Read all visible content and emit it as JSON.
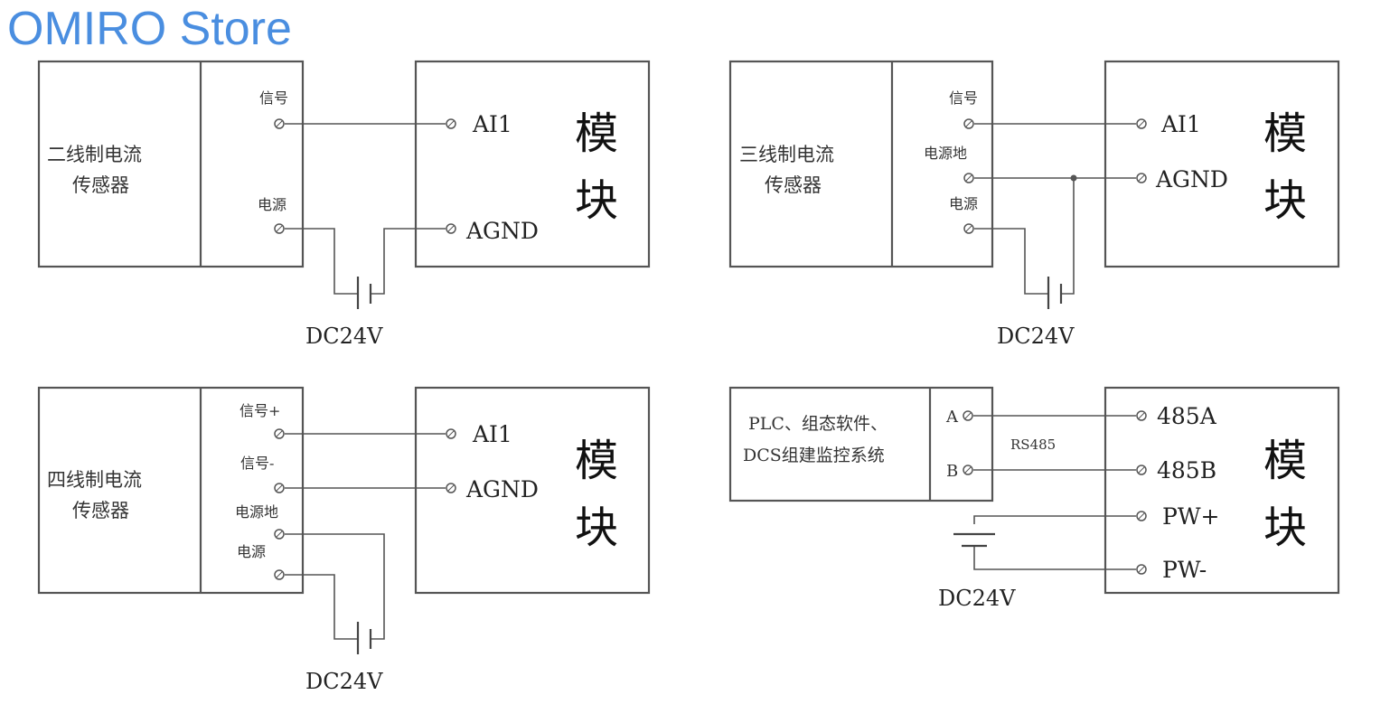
{
  "header": {
    "store_name": "OMIRO Store"
  },
  "module": {
    "char_top": "模",
    "char_bottom": "块"
  },
  "diagrams": {
    "two_wire": {
      "sensor_line1": "二线制电流",
      "sensor_line2": "传感器",
      "signal": "信号",
      "power": "电源",
      "ai1": "AI1",
      "agnd": "AGND",
      "supply": "DC24V"
    },
    "three_wire": {
      "sensor_line1": "三线制电流",
      "sensor_line2": "传感器",
      "signal": "信号",
      "power_gnd": "电源地",
      "power": "电源",
      "ai1": "AI1",
      "agnd": "AGND",
      "supply": "DC24V"
    },
    "four_wire": {
      "sensor_line1": "四线制电流",
      "sensor_line2": "传感器",
      "signal_plus": "信号+",
      "signal_minus": "信号-",
      "power_gnd": "电源地",
      "power": "电源",
      "ai1": "AI1",
      "agnd": "AGND",
      "supply": "DC24V"
    },
    "rs485": {
      "host_line1": "PLC、组态软件、",
      "host_line2": "DCS组建监控系统",
      "a": "A",
      "b": "B",
      "bus": "RS485",
      "p485a": "485A",
      "p485b": "485B",
      "pw_plus": "PW+",
      "pw_minus": "PW-",
      "supply": "DC24V"
    }
  }
}
